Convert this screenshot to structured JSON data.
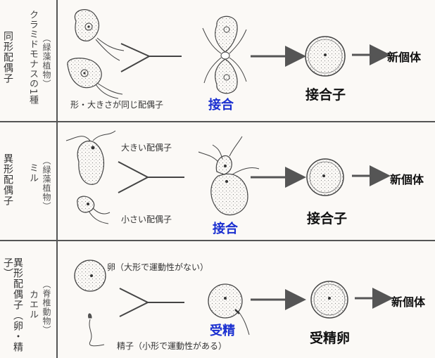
{
  "rows": [
    {
      "category": "同形配偶子",
      "group": "（緑藻植物）",
      "organism": "クラミドモナスの1種",
      "gamete_label": "形・大きさが同じ配偶子",
      "event": "接合",
      "product": "接合子",
      "result": "新個体"
    },
    {
      "category": "異形配偶子",
      "group": "（緑藻植物）",
      "organism": "ミル",
      "large_label": "大きい配偶子",
      "small_label": "小さい配偶子",
      "event": "接合",
      "product": "接合子",
      "result": "新個体"
    },
    {
      "category": "異形配偶子（卵・精子）",
      "group": "（脊椎動物）",
      "organism": "カエル",
      "egg_label": "卵（大形で運動性がない）",
      "sperm_label": "精子（小形で運動性がある）",
      "event": "受精",
      "product": "受精卵",
      "result": "新個体"
    }
  ],
  "colors": {
    "accent_blue": "#1a2fd0",
    "line": "#555555"
  }
}
